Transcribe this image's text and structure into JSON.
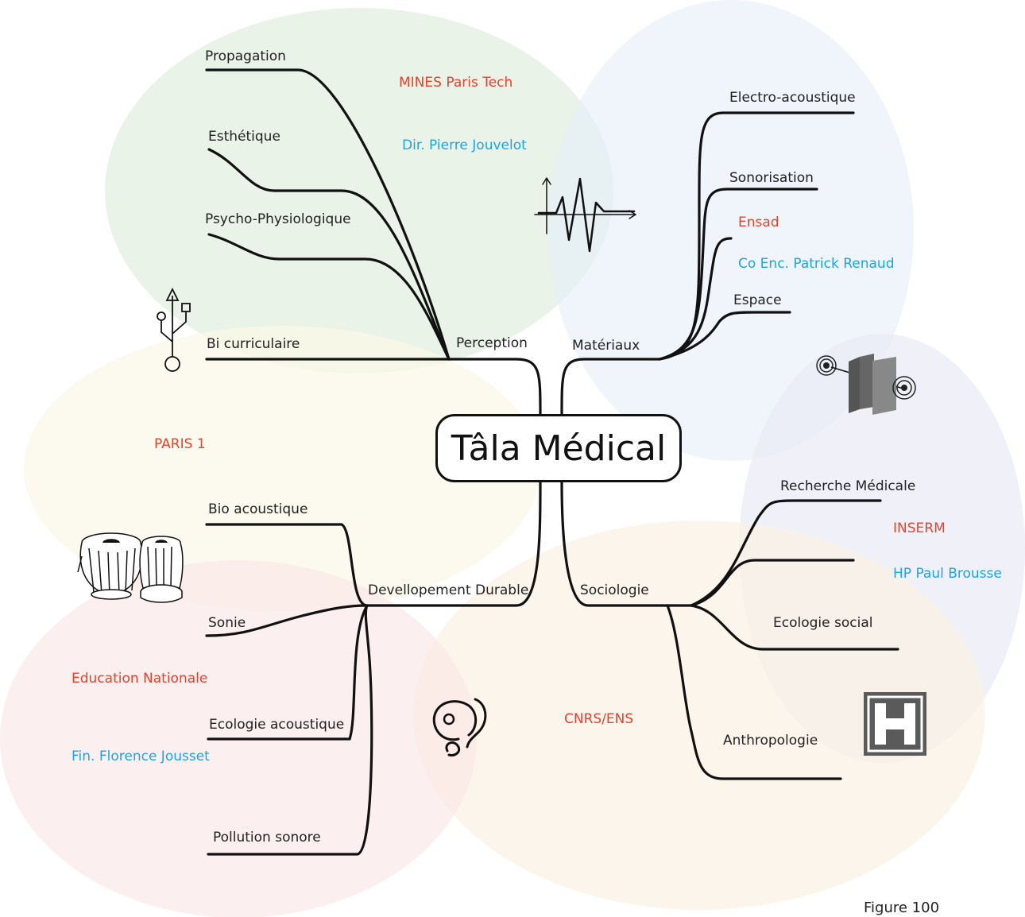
{
  "central": {
    "title": "Tâla Médical"
  },
  "branches": {
    "perception": "Perception",
    "materiaux": "Matériaux",
    "developpement": "Devellopement Durable",
    "sociologie": "Sociologie"
  },
  "leaves": {
    "propagation": "Propagation",
    "esthetique": "Esthétique",
    "psycho": "Psycho-Physiologique",
    "bi_curriculaire": "Bi curriculaire",
    "electro": "Electro-acoustique",
    "sonorisation": "Sonorisation",
    "espace": "Espace",
    "bio_acoustique": "Bio acoustique",
    "sonie": "Sonie",
    "ecologie_acoustique": "Ecologie acoustique",
    "pollution": "Pollution sonore",
    "recherche": "Recherche Médicale",
    "ecologie_social": "Ecologie social",
    "anthropologie": "Anthropologie"
  },
  "institutions": {
    "mines": "MINES Paris Tech",
    "jouvelot": "Dir. Pierre Jouvelot",
    "ensad": "Ensad",
    "renaud": "Co Enc. Patrick Renaud",
    "paris1": "PARIS 1",
    "education": "Education Nationale",
    "jousset": "Fin. Florence Jousset",
    "inserm": "INSERM",
    "brousse": "HP Paul Brousse",
    "cnrs": "CNRS/ENS"
  },
  "figure_label": "Figure 100",
  "icons": [
    "waveform-icon",
    "usb-icon",
    "sound-panels-icon",
    "tabla-drums-icon",
    "ear-glyph-icon",
    "hospital-h-icon"
  ],
  "colors": {
    "red": "#e8412c",
    "blue": "#1ba4e6",
    "zone_green": "#dcebd8",
    "zone_blue": "#e4eef8",
    "zone_yellow": "#fbf8e8",
    "zone_pink": "#fbe7e6",
    "zone_peach": "#fbf1e4",
    "zone_lavender": "#e8eaf4"
  }
}
